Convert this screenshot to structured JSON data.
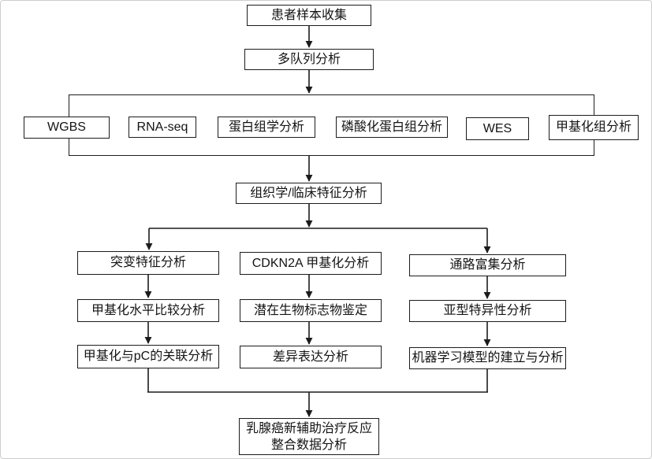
{
  "nodes": {
    "collect": "患者样本收集",
    "cohort": "多队列分析",
    "omics": [
      "WGBS",
      "RNA-seq",
      "蛋白组学分析",
      "磷酸化蛋白组分析",
      "WES",
      "甲基化组分析"
    ],
    "histology": "组织学/临床特征分析",
    "left_branch": [
      "突变特征分析",
      "甲基化水平比较分析",
      "甲基化与pC的关联分析"
    ],
    "middle_branch": [
      "CDKN2A 甲基化分析",
      "潜在生物标志物鉴定",
      "差异表达分析"
    ],
    "right_branch": [
      "通路富集分析",
      "亚型特异性分析",
      "机器学习模型的建立与分析"
    ],
    "final": {
      "line1": "乳腺癌新辅助治疗反应",
      "line2": "整合数据分析"
    }
  },
  "colors": {
    "line": "#1c1c1c",
    "box_background": "#ffffff",
    "page_border": "#cdcdcd"
  }
}
